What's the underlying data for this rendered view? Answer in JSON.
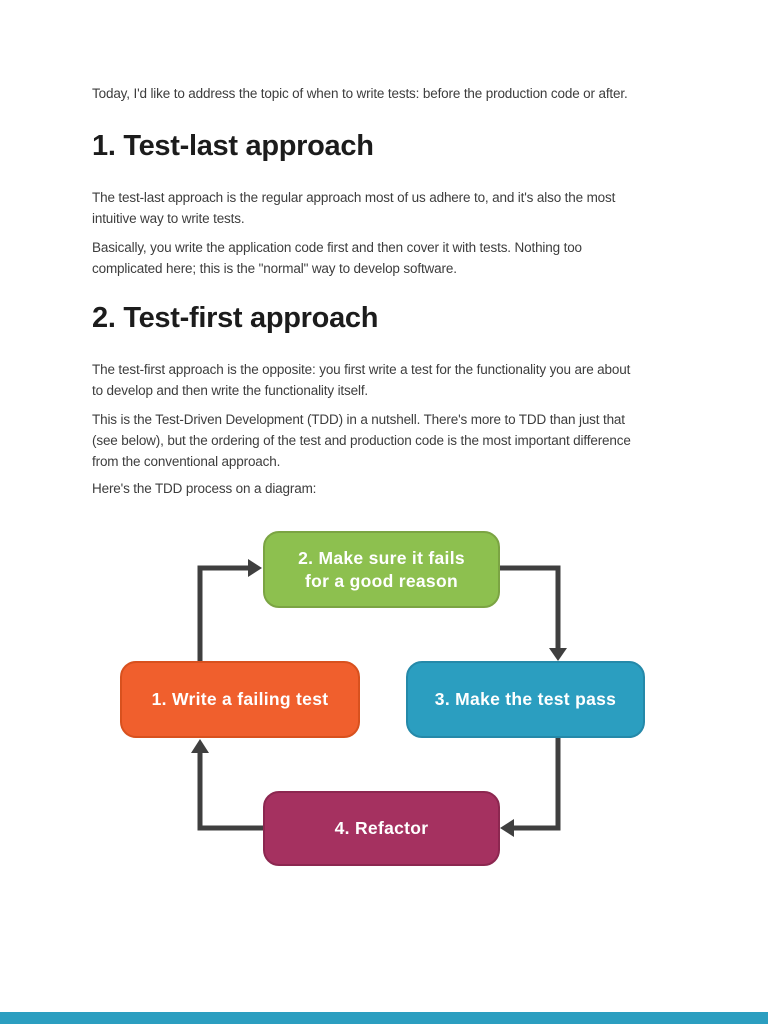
{
  "document": {
    "intro": {
      "lines": [
        "Today, I'd like to address the topic of when to write tests: before the production code or after."
      ]
    },
    "sections": [
      {
        "heading": "1. Test-last approach",
        "paragraphs": [
          {
            "lines": [
              "The test-last approach is the regular approach most of us adhere to, and it's also the most",
              "intuitive way to write tests."
            ]
          },
          {
            "lines": [
              "Basically, you write the application code first and then cover it with tests. Nothing too",
              "complicated here; this is the \"normal\" way to develop software."
            ]
          }
        ]
      },
      {
        "heading": "2. Test-first approach",
        "paragraphs": [
          {
            "lines": [
              "The test-first approach is the opposite: you first write a test for the functionality you are about",
              "to develop and then write the functionality itself."
            ]
          },
          {
            "lines": [
              "This is the Test-Driven Development (TDD) in a nutshell. There's more to TDD than just that",
              "(see below), but the ordering of the test and production code is the most important difference",
              "from the conventional approach."
            ]
          },
          {
            "lines": [
              "Here's the TDD process on a diagram:"
            ]
          }
        ]
      }
    ]
  },
  "diagram": {
    "type": "cycle",
    "connector_color": "#3f3f3f",
    "nodes": [
      {
        "id": "write-failing-test",
        "step": 1,
        "label_line1": "1. Write a failing test",
        "label_line2": "",
        "fill": "#f05f2d",
        "border": "#d8511e"
      },
      {
        "id": "make-sure-it-fails",
        "step": 2,
        "label_line1": "2. Make sure it fails",
        "label_line2": "for a good reason",
        "fill": "#8dc04f",
        "border": "#7ba443"
      },
      {
        "id": "make-test-pass",
        "step": 3,
        "label_line1": "3. Make the test pass",
        "label_line2": "",
        "fill": "#2b9ec0",
        "border": "#2589a9"
      },
      {
        "id": "refactor",
        "step": 4,
        "label_line1": "4. Refactor",
        "label_line2": "",
        "fill": "#a53160",
        "border": "#8c2750"
      }
    ],
    "edges": [
      {
        "from": "write-failing-test",
        "to": "make-sure-it-fails"
      },
      {
        "from": "make-sure-it-fails",
        "to": "make-test-pass"
      },
      {
        "from": "make-test-pass",
        "to": "refactor"
      },
      {
        "from": "refactor",
        "to": "write-failing-test"
      }
    ]
  },
  "next_page_strip": {
    "color": "#2b9ec0"
  }
}
